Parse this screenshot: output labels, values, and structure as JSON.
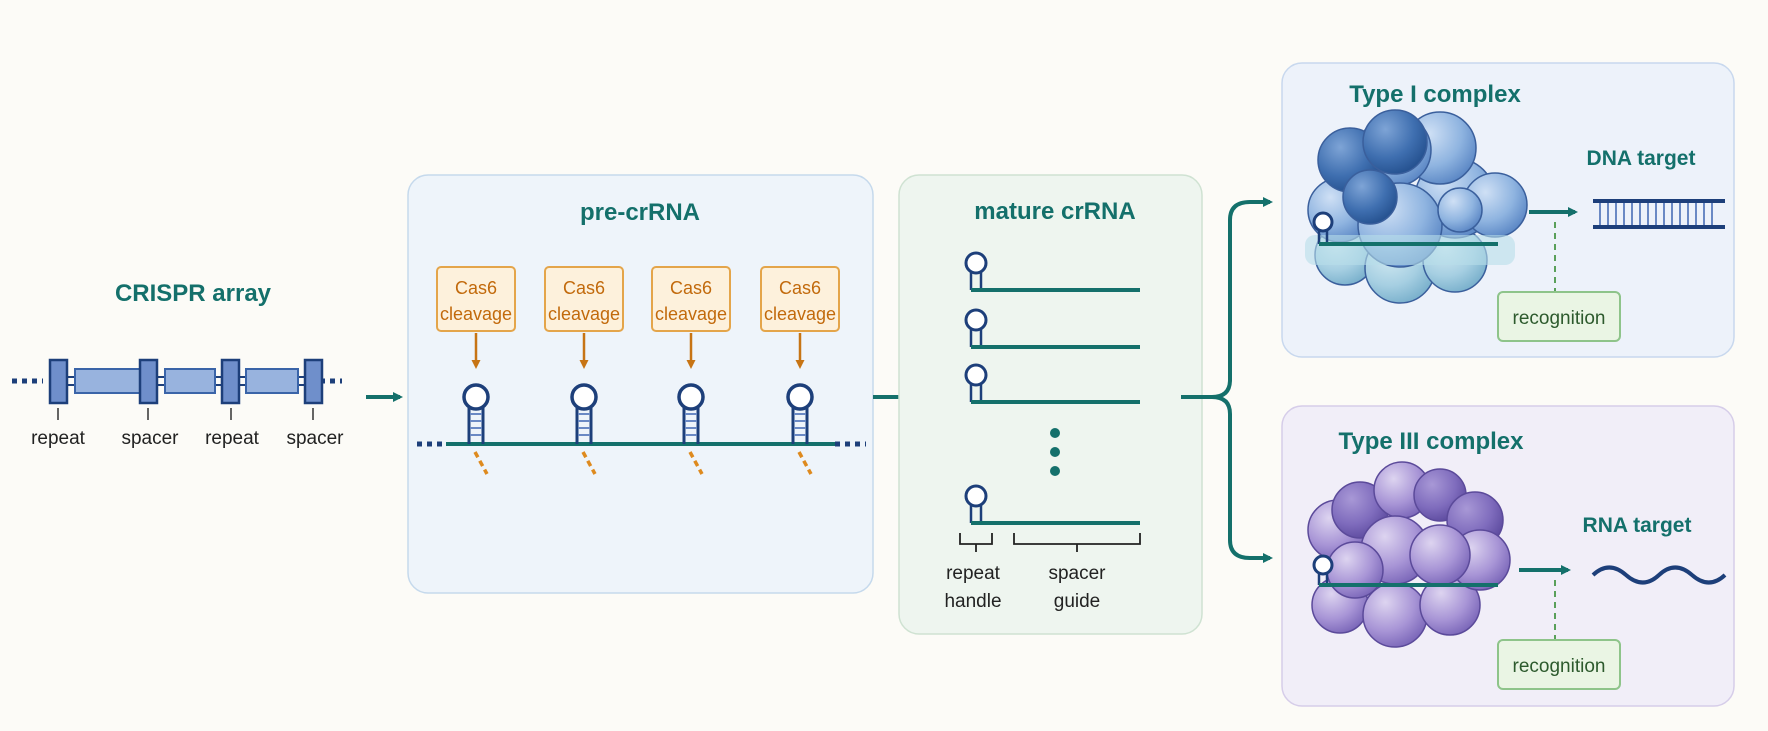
{
  "colors": {
    "teal": "#14706b",
    "navy": "#1d3f7a",
    "orange": "#de8a1e",
    "green_label": "#6aa86a",
    "blue_complex": "#5b8ec8",
    "purple_complex": "#8e7cc3"
  },
  "crispr_array": {
    "title": "CRISPR array",
    "labels": [
      "repeat",
      "spacer",
      "repeat",
      "spacer"
    ]
  },
  "pre_crrna": {
    "title": "pre-crRNA",
    "cleavage_labels": [
      {
        "line1": "Cas6",
        "line2": "cleavage"
      },
      {
        "line1": "Cas6",
        "line2": "cleavage"
      },
      {
        "line1": "Cas6",
        "line2": "cleavage"
      },
      {
        "line1": "Cas6",
        "line2": "cleavage"
      }
    ]
  },
  "mature_crrna": {
    "title": "mature crRNA",
    "repeat_handle": {
      "line1": "repeat",
      "line2": "handle"
    },
    "spacer_guide": {
      "line1": "spacer",
      "line2": "guide"
    }
  },
  "type1": {
    "title": "Type I complex",
    "target": "DNA target",
    "recognition": "recognition"
  },
  "type3": {
    "title": "Type III complex",
    "target": "RNA target",
    "recognition": "recognition"
  }
}
